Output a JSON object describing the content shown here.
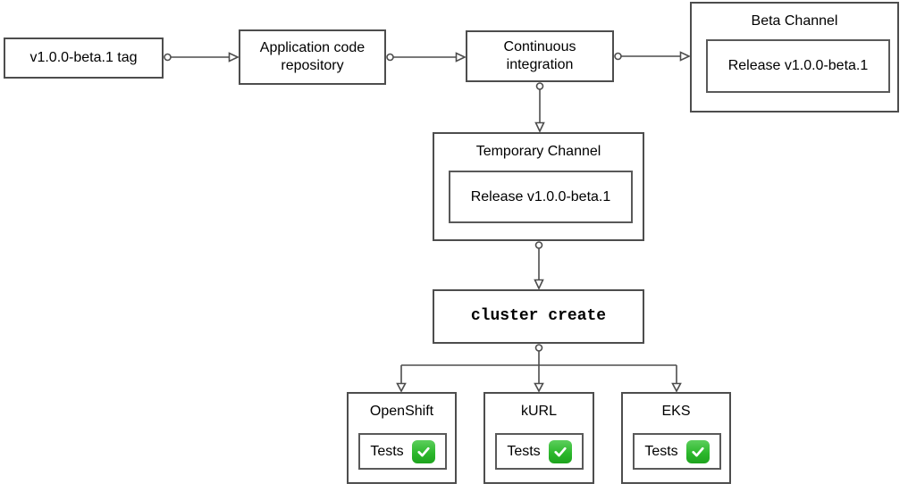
{
  "diagram": {
    "nodes": {
      "tag": {
        "label": "v1.0.0-beta.1 tag"
      },
      "repo": {
        "label": "Application code repository"
      },
      "ci": {
        "label": "Continuous integration"
      },
      "beta_channel": {
        "title": "Beta Channel",
        "release_label": "Release v1.0.0-beta.1"
      },
      "temp_channel": {
        "title": "Temporary Channel",
        "release_label": "Release v1.0.0-beta.1"
      },
      "cluster_create": {
        "label": "cluster create"
      },
      "clusters": [
        {
          "title": "OpenShift",
          "tests_label": "Tests",
          "status": "passed",
          "status_icon": "check-mark-button"
        },
        {
          "title": "kURL",
          "tests_label": "Tests",
          "status": "passed",
          "status_icon": "check-mark-button"
        },
        {
          "title": "EKS",
          "tests_label": "Tests",
          "status": "passed",
          "status_icon": "check-mark-button"
        }
      ]
    },
    "colors": {
      "node_border": "#4d4d4d",
      "arrow": "#4d4d4d",
      "background": "#ffffff",
      "text": "#000000",
      "check_green_top": "#5ccf5c",
      "check_green_bottom": "#1ea31e",
      "check_mark": "#ffffff"
    }
  }
}
